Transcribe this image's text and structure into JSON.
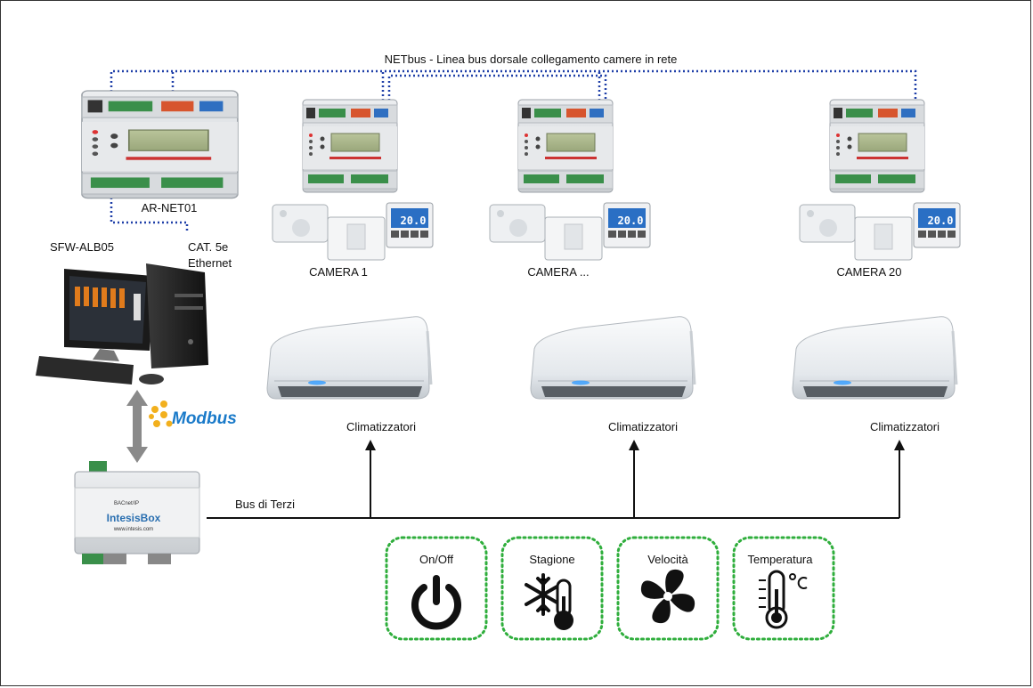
{
  "netbus_label": "NETbus - Linea bus dorsale collegamento camere in rete",
  "controller_label": "AR-NET01",
  "pc_label": "SFW-ALB05",
  "cable_label_line1": "CAT. 5e",
  "cable_label_line2": "Ethernet",
  "modbus_label": "Modbus",
  "gateway": {
    "brand": "IntesisBox",
    "url": "www.intesis.com",
    "bacnet": "BACnet/IP"
  },
  "bus_label": "Bus di Terzi",
  "rooms": [
    {
      "label": "CAMERA 1",
      "thermostat_display": "20.0"
    },
    {
      "label": "CAMERA ...",
      "thermostat_display": "20.0"
    },
    {
      "label": "CAMERA 20",
      "thermostat_display": "20.0"
    }
  ],
  "ac_units": [
    {
      "label": "Climatizzatori"
    },
    {
      "label": "Climatizzatori"
    },
    {
      "label": "Climatizzatori"
    }
  ],
  "functions": [
    {
      "label": "On/Off",
      "icon": "power-icon"
    },
    {
      "label": "Stagione",
      "icon": "season-snowflake-thermometer-icon"
    },
    {
      "label": "Velocità",
      "icon": "fan-icon"
    },
    {
      "label": "Temperatura",
      "icon": "thermometer-celsius-icon"
    }
  ],
  "colors": {
    "netbus_dots": "#1f3fa8",
    "function_border": "#2fae3c",
    "modbus_text": "#1a7ac9",
    "lcd_bg": "#2a6fc4"
  }
}
